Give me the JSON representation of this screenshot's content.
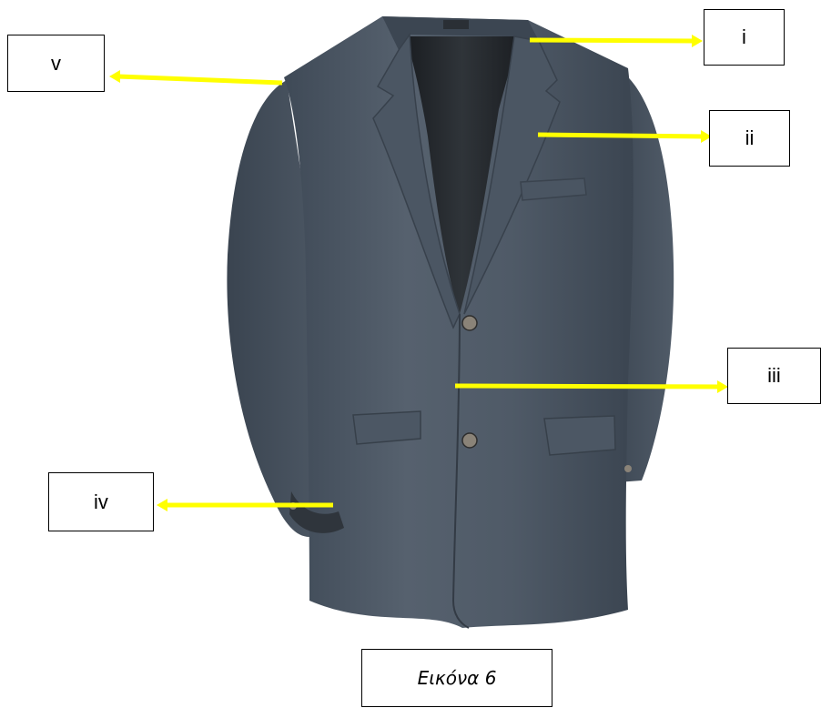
{
  "labels": {
    "i": "i",
    "ii": "ii",
    "iii": "iii",
    "iv": "iv",
    "v": "v"
  },
  "caption": "Εικόνα 6",
  "colors": {
    "arrow": "#ffff00",
    "jacket": "#4a5664",
    "lining": "#23272b"
  }
}
